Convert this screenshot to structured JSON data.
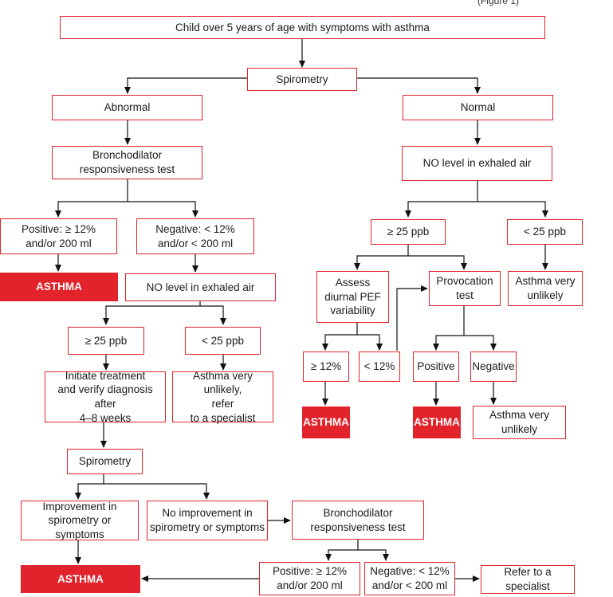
{
  "diagram": {
    "header_note": "(Figure 1)",
    "nodes": {
      "start": "Child over 5 years of age with symptoms with asthma",
      "spirometry_1": "Spirometry",
      "abnormal": "Abnormal",
      "normal": "Normal",
      "bdr_test_1": "Bronchodilator\nresponsiveness test",
      "no_level_right": "NO level in exhaled air",
      "positive_1": "Positive: ≥ 12%\nand/or 200 ml",
      "negative_1": "Negative: < 12%\nand/or < 200 ml",
      "ge25_right": "≥ 25 ppb",
      "lt25_right": "< 25 ppb",
      "asthma_1": "ASTHMA",
      "no_level_left": "NO level in exhaled air",
      "assess_pef": "Assess\ndiurnal PEF\nvariability",
      "provocation": "Provocation\ntest",
      "unlikely_right": "Asthma very\nunlikely",
      "ge25_left": "≥ 25 ppb",
      "lt25_left": "< 25 ppb",
      "ge12": "≥ 12%",
      "lt12": "< 12%",
      "positive_prov": "Positive",
      "negative_prov": "Negative",
      "initiate": "Initiate treatment\nand verify diagnosis after\n4–8 weeks",
      "unlikely_refer": "Asthma very unlikely,\nrefer\nto a specialist",
      "asthma_pef": "ASTHMA",
      "asthma_prov": "ASTHMA",
      "unlikely_prov": "Asthma very\nunlikely",
      "spirometry_2": "Spirometry",
      "improvement": "Improvement in\nspirometry or symptoms",
      "no_improvement": "No improvement in\nspirometry or symptoms",
      "bdr_test_2": "Bronchodilator\nresponsiveness test",
      "asthma_final": "ASTHMA",
      "positive_2": "Positive: ≥ 12%\nand/or 200 ml",
      "negative_2": "Negative: < 12%\nand/or < 200 ml",
      "refer_specialist": "Refer to a specialist"
    },
    "colors": {
      "accent": "#e2232b",
      "line": "#111111"
    }
  }
}
